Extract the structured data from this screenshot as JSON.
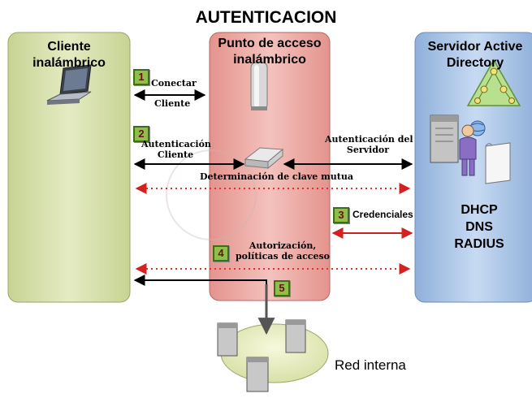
{
  "title": "AUTENTICACION",
  "columns": {
    "client": {
      "title_line1": "Cliente",
      "title_line2": "inalámbrico"
    },
    "access_point": {
      "title_line1": "Punto de acceso",
      "title_line2": "inalámbrico"
    },
    "server": {
      "title_line1": "Servidor Active",
      "title_line2": "Directory"
    }
  },
  "steps": [
    {
      "number": "1",
      "label_line1": "Conectar",
      "label_line2": "Cliente"
    },
    {
      "number": "2",
      "label_line1": "Autenticación",
      "label_line2": "Cliente"
    },
    {
      "number": "3",
      "label_line1": "Credenciales",
      "label_line2": ""
    },
    {
      "number": "4",
      "label_line1": "Autorización,",
      "label_line2": "políticas de acceso"
    },
    {
      "number": "5",
      "label_line1": "",
      "label_line2": ""
    }
  ],
  "server_auth": {
    "line1": "Autenticación del",
    "line2": "Servidor"
  },
  "mutual_key": "Determinación de clave mutua",
  "services": [
    "DHCP",
    "DNS",
    "RADIUS"
  ],
  "internal_network": "Red interna",
  "colors": {
    "client_panel": "#d6e0a8",
    "access_point_panel": "#eba7a2",
    "server_panel": "#aac4e6",
    "badge": "#8fbf4a",
    "dotted_arrow": "#e03030",
    "credentials_arrow": "#cc2020"
  }
}
